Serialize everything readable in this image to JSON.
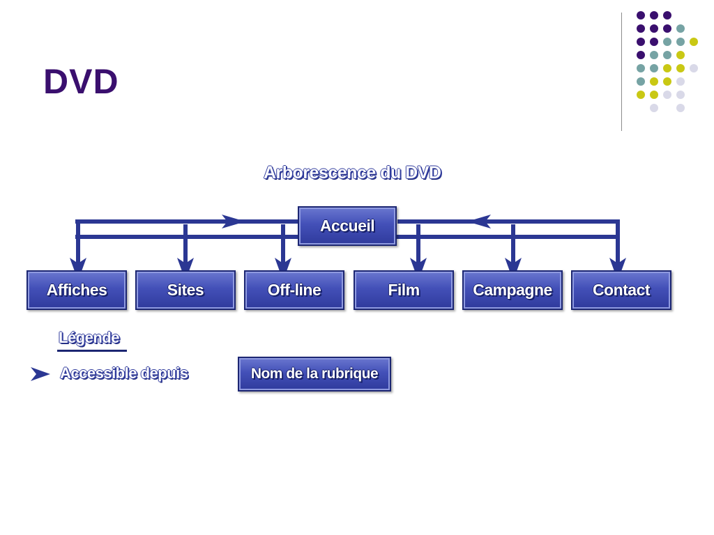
{
  "slide": {
    "title": "DVD"
  },
  "diagram": {
    "title": "Arborescence du DVD",
    "root": {
      "label": "Accueil"
    },
    "children": [
      {
        "label": "Affiches"
      },
      {
        "label": "Sites"
      },
      {
        "label": "Off-line"
      },
      {
        "label": "Film"
      },
      {
        "label": "Campagne"
      },
      {
        "label": "Contact"
      }
    ],
    "legend": {
      "title": "Légende",
      "arrow_label": "Accessible depuis",
      "box_label": "Nom de la rubrique"
    }
  },
  "theme": {
    "title_color": "#3a0f6e",
    "node_color": "#4350b8",
    "line_color": "#2b3793",
    "dot_colors": [
      "#3a0f6e",
      "#76a3a4",
      "#c9c814",
      "#d9d9e8"
    ]
  }
}
